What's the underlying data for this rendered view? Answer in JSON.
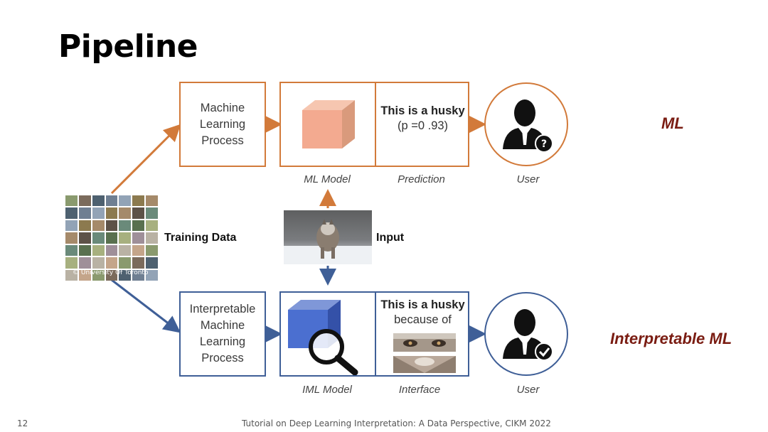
{
  "slide": {
    "title": "Pipeline",
    "page_number": "12",
    "footer": "Tutorial on Deep Learning Interpretation: A Data Perspective, CIKM 2022"
  },
  "ml_row": {
    "side_label": "ML",
    "process_box": "Machine\nLearning\nProcess",
    "model_caption": "ML Model",
    "prediction_title": "This is a husky",
    "prediction_prob": "(p =0 .93)",
    "prediction_caption": "Prediction",
    "user_caption": "User"
  },
  "iml_row": {
    "side_label": "Interpretable ML",
    "process_box": "Interpretable\nMachine\nLearning\nProcess",
    "model_caption": "IML Model",
    "interface_title": "This is a husky",
    "interface_sub": "because of",
    "interface_caption": "Interface",
    "user_caption": "User"
  },
  "training": {
    "label": "Training Data",
    "watermark": "© University Of Toronto"
  },
  "input": {
    "label": "Input"
  },
  "colors": {
    "orange": "#d27a3a",
    "blue": "#3f5f97",
    "dark_red": "#7a1c12"
  }
}
